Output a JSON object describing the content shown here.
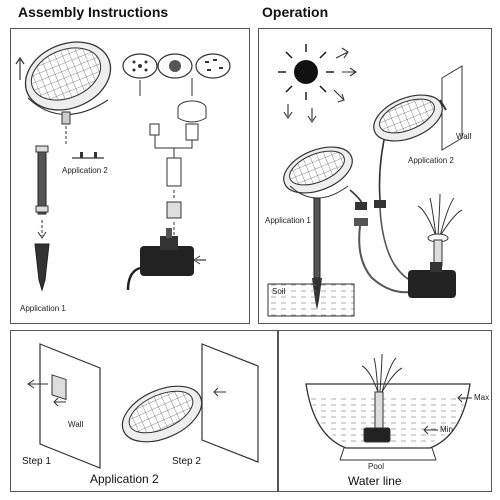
{
  "headings": {
    "assembly": "Assembly Instructions",
    "operation": "Operation"
  },
  "assembly": {
    "application_1": "Application 1",
    "application_2": "Application 2"
  },
  "operation": {
    "wall": "Wall",
    "application_2": "Application 2",
    "application_1": "Application 1",
    "soil": "Soil"
  },
  "application2_panel": {
    "wall": "Wall",
    "step1": "Step 1",
    "title": "Application 2",
    "step2": "Step 2"
  },
  "water_line_panel": {
    "max": "Max",
    "min": "Min",
    "pool": "Pool",
    "title": "Water line"
  }
}
